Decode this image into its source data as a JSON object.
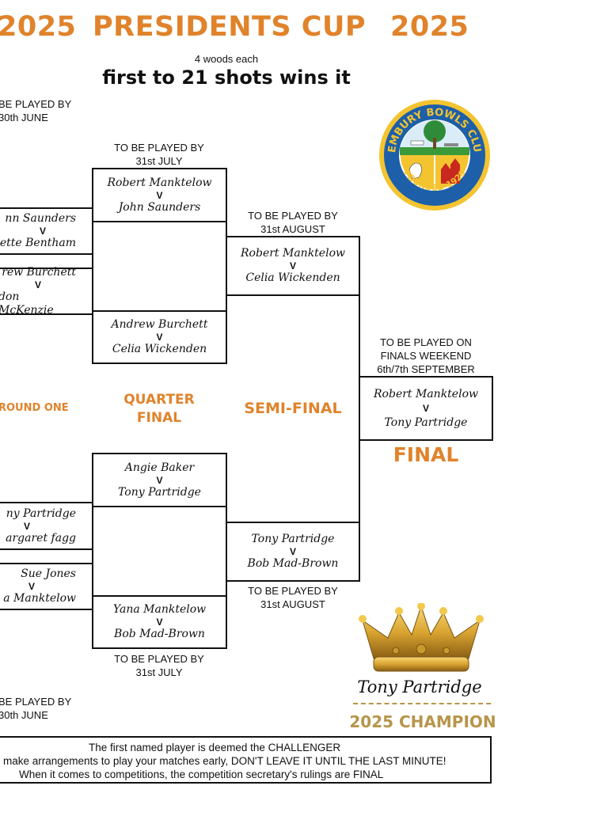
{
  "header": {
    "year_left": "2025",
    "title": "PRESIDENTS CUP",
    "year_right": "2025",
    "subtitle": "4 woods each",
    "rule": "first to 21 shots wins it"
  },
  "notes": {
    "top_left_1": "BE PLAYED BY",
    "top_left_2": "30th JUNE",
    "qf_top_1": "TO BE PLAYED BY",
    "qf_top_2": "31st JULY",
    "sf_top_1": "TO BE PLAYED BY",
    "sf_top_2": "31st AUGUST",
    "final_1": "TO BE PLAYED ON",
    "final_2": "FINALS WEEKEND",
    "final_3": "6th/7th SEPTEMBER",
    "sf_bottom_1": "TO BE PLAYED BY",
    "sf_bottom_2": "31st AUGUST",
    "qf_bottom_1": "TO BE PLAYED BY",
    "qf_bottom_2": "31st JULY",
    "bottom_left_1": "BE PLAYED BY",
    "bottom_left_2": "30th JUNE"
  },
  "rounds": {
    "round_one": "ROUND ONE",
    "quarter_1": "QUARTER",
    "quarter_2": "FINAL",
    "semi": "SEMI-FINAL",
    "final": "FINAL"
  },
  "versus": "V",
  "round_one_matches": [
    {
      "p1": "nn Saunders",
      "p2": "ette Bentham"
    },
    {
      "p1": "rew Burchett",
      "p2": "don McKenzie"
    },
    {
      "p1": "ny Partridge",
      "p2": "argaret fagg"
    },
    {
      "p1": "Sue Jones",
      "p2": "a Manktelow"
    }
  ],
  "quarter_finals": [
    {
      "p1": "Robert Manktelow",
      "p2": "John Saunders"
    },
    {
      "p1": "Andrew Burchett",
      "p2": "Celia Wickenden"
    },
    {
      "p1": "Angie Baker",
      "p2": "Tony Partridge"
    },
    {
      "p1": "Yana Manktelow",
      "p2": "Bob Mad-Brown"
    }
  ],
  "semi_finals": [
    {
      "p1": "Robert Manktelow",
      "p2": "Celia Wickenden"
    },
    {
      "p1": "Tony Partridge",
      "p2": "Bob Mad-Brown"
    }
  ],
  "final_match": {
    "p1": "Robert Manktelow",
    "p2": "Tony Partridge"
  },
  "logo": {
    "top_text": "PEMBURY BOWLS CLUB",
    "bottom_text": "FOUNDED 1929",
    "colors": {
      "ring": "#1d5fa8",
      "field": "#f4c430",
      "sky": "#d9ecf7"
    }
  },
  "champion": {
    "icon": "crown-icon",
    "name": "Tony Partridge",
    "label": "2025 CHAMPION",
    "color": "#b7954a"
  },
  "footer": {
    "line1": "The first named player is deemed the CHALLENGER",
    "line2": "make arrangements to play your matches early, DON'T LEAVE IT UNTIL THE LAST MINUTE!",
    "line3": "When it comes to competitions, the competition secretary's rulings are FINAL"
  },
  "colors": {
    "accent": "#e0832b",
    "gold": "#b7954a"
  }
}
